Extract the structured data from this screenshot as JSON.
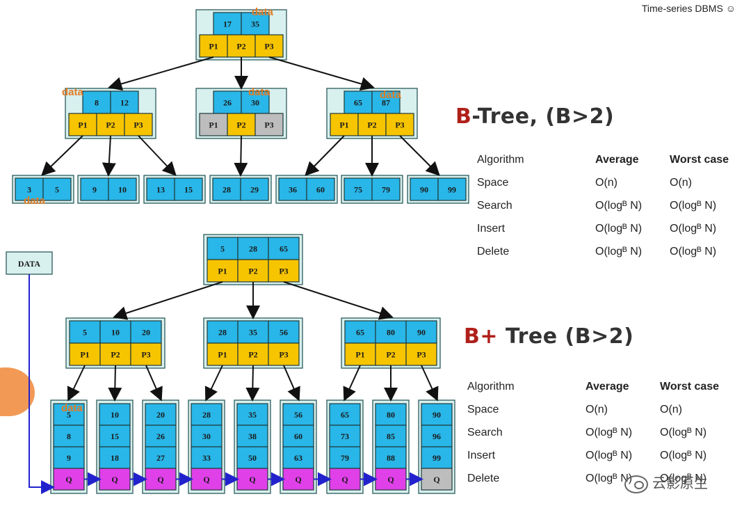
{
  "brand": "Time-series DBMS ☺",
  "btree": {
    "title_highlight": "B",
    "title_rest": "-Tree, (B>2)",
    "root": {
      "keys": [
        "17",
        "35"
      ],
      "ptrs": [
        "P1",
        "P2",
        "P3"
      ]
    },
    "internals": [
      {
        "keys": [
          "8",
          "12"
        ],
        "ptrs": [
          "P1",
          "P2",
          "P3"
        ]
      },
      {
        "keys": [
          "26",
          "30"
        ],
        "ptrs": [
          "P1",
          "P2",
          "P3"
        ]
      },
      {
        "keys": [
          "65",
          "87"
        ],
        "ptrs": [
          "P1",
          "P2",
          "P3"
        ]
      }
    ],
    "leaves": [
      [
        "3",
        "5"
      ],
      [
        "9",
        "10"
      ],
      [
        "13",
        "15"
      ],
      [
        "28",
        "29"
      ],
      [
        "36",
        "60"
      ],
      [
        "75",
        "79"
      ],
      [
        "90",
        "99"
      ]
    ],
    "data_label": "data"
  },
  "bplus": {
    "title_highlight": "B+",
    "title_rest": " Tree (B>2)",
    "data_box": "DATA",
    "root": {
      "keys": [
        "5",
        "28",
        "65"
      ],
      "ptrs": [
        "P1",
        "P2",
        "P3"
      ]
    },
    "internals": [
      {
        "keys": [
          "5",
          "10",
          "20"
        ],
        "ptrs": [
          "P1",
          "P2",
          "P3"
        ]
      },
      {
        "keys": [
          "28",
          "35",
          "56"
        ],
        "ptrs": [
          "P1",
          "P2",
          "P3"
        ]
      },
      {
        "keys": [
          "65",
          "80",
          "90"
        ],
        "ptrs": [
          "P1",
          "P2",
          "P3"
        ]
      }
    ],
    "leaves": [
      [
        "5",
        "8",
        "9"
      ],
      [
        "10",
        "15",
        "18"
      ],
      [
        "20",
        "26",
        "27"
      ],
      [
        "28",
        "30",
        "33"
      ],
      [
        "35",
        "38",
        "50"
      ],
      [
        "56",
        "60",
        "63"
      ],
      [
        "65",
        "73",
        "79"
      ],
      [
        "80",
        "85",
        "88"
      ],
      [
        "90",
        "96",
        "99"
      ]
    ],
    "leaf_pointer": "Q",
    "data_label": "data"
  },
  "complexity_table": {
    "headers": [
      "Algorithm",
      "Average",
      "Worst case"
    ],
    "rows": [
      {
        "name": "Space",
        "average": "O(n)",
        "worst": "O(n)"
      },
      {
        "name": "Search",
        "average": "O(logᴮ N)",
        "worst": "O(logᴮ N)"
      },
      {
        "name": "Insert",
        "average": "O(logᴮ N)",
        "worst": "O(logᴮ N)"
      },
      {
        "name": "Delete",
        "average": "O(logᴮ N)",
        "worst": "O(logᴮ N)"
      }
    ]
  },
  "colors": {
    "key_cell": "#29b6e8",
    "pointer_cell": "#f7c400",
    "inactive_cell": "#bdbdbd",
    "leaf_pointer": "#e040e8",
    "node_border": "#2c5a5a",
    "node_bg": "#d8f0ee",
    "link": "#2222cc"
  },
  "watermark": "云影原生"
}
